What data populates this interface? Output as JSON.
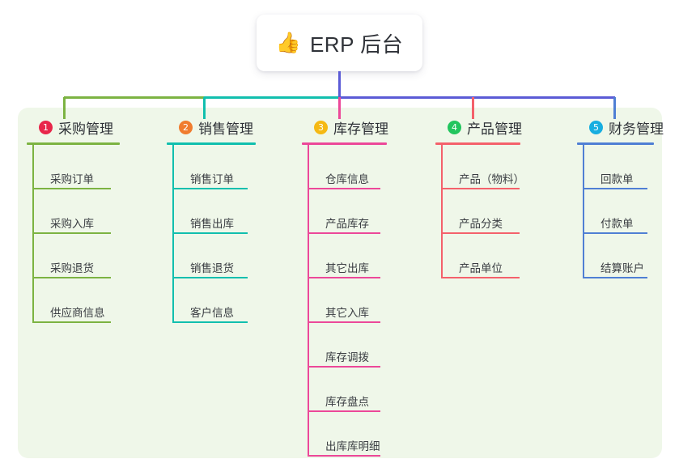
{
  "diagram": {
    "type": "org-chart",
    "root": {
      "icon": "thumbs-up-icon",
      "emoji": "👍",
      "title": "ERP 后台"
    },
    "panel_background": "#eff7e9",
    "bus": {
      "segments": [
        {
          "name": "bus-segment-green",
          "color": "#7cb342"
        },
        {
          "name": "bus-segment-teal",
          "color": "#11bfae"
        },
        {
          "name": "bus-segment-blue",
          "color": "#5b5bd6"
        }
      ],
      "stem_color": "#5b5bd6"
    },
    "columns": [
      {
        "index": "1",
        "badge_color": "#e8264a",
        "accent": "#7cb342",
        "title": "采购管理",
        "items": [
          "采购订单",
          "采购入库",
          "采购退货",
          "供应商信息"
        ]
      },
      {
        "index": "2",
        "badge_color": "#f07c2e",
        "accent": "#11bfae",
        "title": "销售管理",
        "items": [
          "销售订单",
          "销售出库",
          "销售退货",
          "客户信息"
        ]
      },
      {
        "index": "3",
        "badge_color": "#f5b914",
        "accent": "#ec4899",
        "title": "库存管理",
        "items": [
          "仓库信息",
          "产品库存",
          "其它出库",
          "其它入库",
          "库存调拨",
          "库存盘点",
          "出库库明细"
        ]
      },
      {
        "index": "4",
        "badge_color": "#22c55e",
        "accent": "#f4616b",
        "title": "产品管理",
        "items": [
          "产品（物料）",
          "产品分类",
          "产品单位"
        ]
      },
      {
        "index": "5",
        "badge_color": "#17aee0",
        "accent": "#4f7fd4",
        "title": "财务管理",
        "items": [
          "回款单",
          "付款单",
          "结算账户"
        ]
      }
    ]
  }
}
